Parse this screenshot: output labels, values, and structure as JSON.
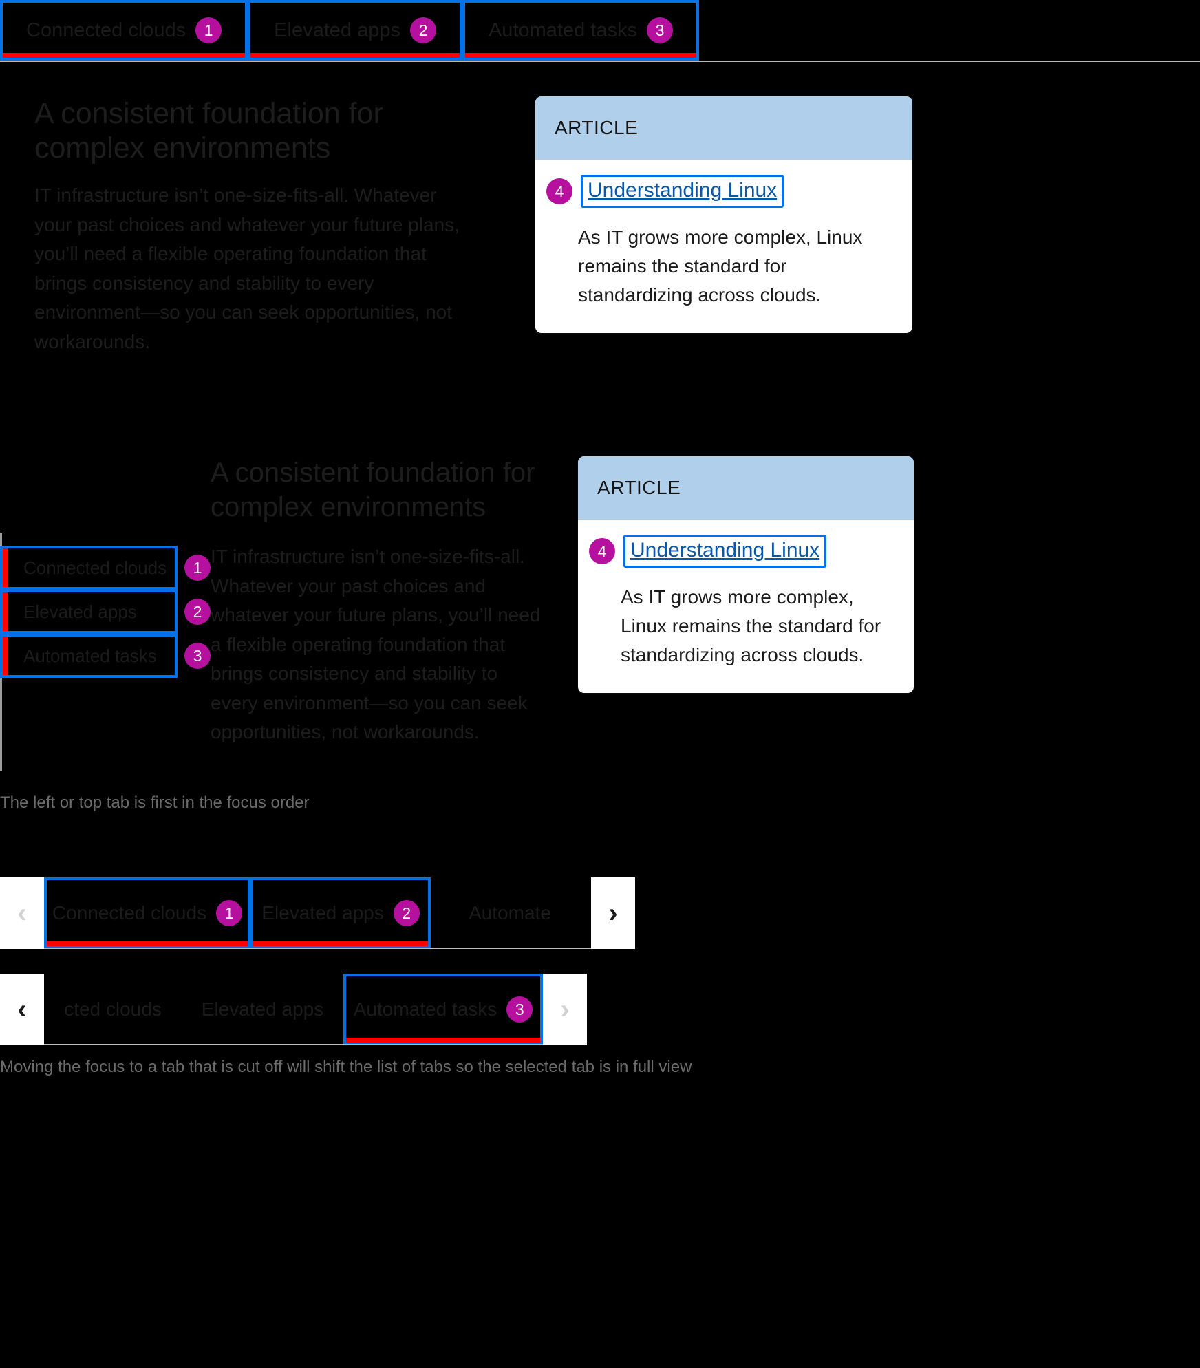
{
  "colors": {
    "background": "#000000",
    "focus_outline": "#0571e6",
    "selected_underline": "#ff0000",
    "badge": "#b5119e",
    "card_header": "#b0cfeb",
    "card_surface": "#ffffff",
    "link": "#0a58a8",
    "caption": "#6b6b6b",
    "text": "#1d1d1d",
    "rule": "#bcbcbc"
  },
  "section1": {
    "tabs": [
      {
        "label": "Connected clouds",
        "badge": "1"
      },
      {
        "label": "Elevated apps",
        "badge": "2"
      },
      {
        "label": "Automated tasks",
        "badge": "3"
      }
    ],
    "heading": "A consistent foundation for complex environments",
    "body": "IT infrastructure isn’t one-size-fits-all. Whatever your past choices and whatever your future plans, you’ll need a flexible operating foundation that brings consistency and stability to every environment—so you can seek opportunities, not workarounds.",
    "card": {
      "eyebrow": "ARTICLE",
      "badge": "4",
      "link": "Understanding Linux",
      "text": "As IT grows more complex, Linux remains the standard for standardizing across clouds."
    }
  },
  "section2": {
    "tabs": [
      {
        "label": "Connected clouds",
        "badge": "1"
      },
      {
        "label": "Elevated apps",
        "badge": "2"
      },
      {
        "label": "Automated tasks",
        "badge": "3"
      }
    ],
    "heading": "A consistent foundation for complex environments",
    "body": "IT infrastructure isn’t one-size-fits-all. Whatever your past choices and whatever your future plans, you’ll need a flexible operating foundation that brings consistency and stability to every environment—so you can seek opportunities, not workarounds.",
    "card": {
      "eyebrow": "ARTICLE",
      "badge": "4",
      "link": "Understanding Linux",
      "text": "As IT grows more complex, Linux remains the standard for standardizing across clouds."
    },
    "caption": "The left or top tab is first in the focus order"
  },
  "section3": {
    "strip1": {
      "prev_icon": "‹",
      "next_icon": "›",
      "tabs": [
        {
          "label": "Connected clouds",
          "badge": "1",
          "focused": true
        },
        {
          "label": "Elevated apps",
          "badge": "2",
          "focused": true
        },
        {
          "label": "Automate",
          "badge": "",
          "focused": false
        }
      ]
    },
    "strip2": {
      "prev_icon": "‹",
      "next_icon": "›",
      "tabs": [
        {
          "label": "cted clouds",
          "badge": "",
          "focused": false
        },
        {
          "label": "Elevated apps",
          "badge": "",
          "focused": false
        },
        {
          "label": "Automated tasks",
          "badge": "3",
          "focused": true
        }
      ]
    },
    "caption": "Moving the focus to a tab that is cut off will shift the list of tabs so the selected tab is in full view"
  }
}
